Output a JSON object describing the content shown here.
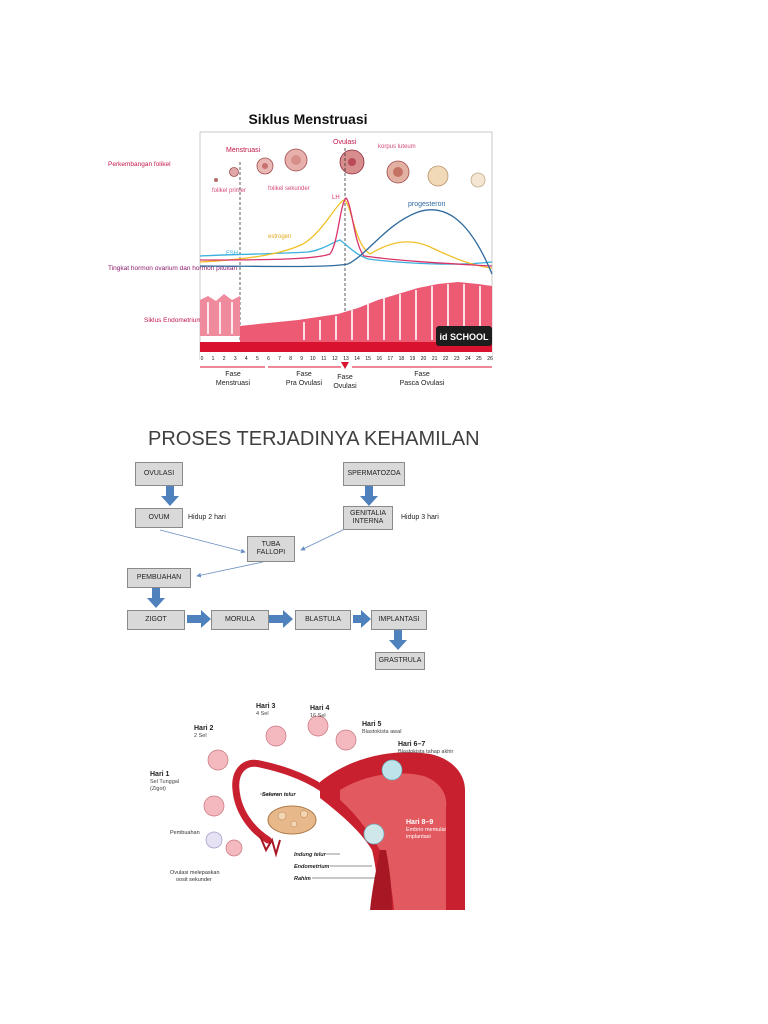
{
  "cycle": {
    "title": "Siklus Menstruasi",
    "left_labels": {
      "follicle": "Perkembangan folikel",
      "hormone": "Tingkat hormon ovarium dan hormon pituitari",
      "endometrium": "Siklus Endometrium"
    },
    "top_labels": {
      "menstruasi": "Menstruasi",
      "ovulasi": "Ovulasi",
      "korpus": "korpus luteum",
      "folikel_primer": "folikel primer",
      "folikel_sekunder": "folikel sekunder"
    },
    "hormone_labels": {
      "lh": "LH",
      "estrogen": "estrogen",
      "fsh": "FSH",
      "progesteron": "progesteron"
    },
    "days": [
      "0",
      "1",
      "2",
      "3",
      "4",
      "5",
      "6",
      "7",
      "8",
      "9",
      "10",
      "11",
      "12",
      "13",
      "14",
      "15",
      "16",
      "17",
      "18",
      "19",
      "20",
      "21",
      "22",
      "23",
      "24",
      "25",
      "26"
    ],
    "phases": [
      {
        "line1": "Fase",
        "line2": "Menstruasi"
      },
      {
        "line1": "Fase",
        "line2": "Pra Ovulasi"
      },
      {
        "line1": "Fase",
        "line2": "Ovulasi"
      },
      {
        "line1": "Fase",
        "line2": "Pasca Ovulasi"
      }
    ],
    "logo": "id SCHOOL",
    "colors": {
      "lh": "#d9346b",
      "estrogen": "#f0c02a",
      "fsh": "#3ab0dc",
      "progesteron": "#2f6a9e",
      "endometrium": "#e8264a",
      "label": "#c4184a"
    }
  },
  "process": {
    "title": "PROSES TERJADINYA KEHAMILAN",
    "nodes": {
      "ovulasi": "OVULASI",
      "spermatozoa": "SPERMATOZOA",
      "ovum": "OVUM",
      "genitalia_1": "GENITALIA",
      "genitalia_2": "INTERNA",
      "tuba_1": "TUBA",
      "tuba_2": "FALLOPI",
      "pembuahan": "PEMBUAHAN",
      "zigot": "ZIGOT",
      "morula": "MORULA",
      "blastula": "BLASTULA",
      "implantasi": "IMPLANTASI",
      "grastrula": "GRASTRULA"
    },
    "notes": {
      "ovum": "Hidup 2 hari",
      "genitalia": "Hidup 3 hari"
    },
    "colors": {
      "arrow": "#4f81bd",
      "box": "#d9d9d9"
    }
  },
  "embryo": {
    "stages": [
      {
        "title": "Hari 1",
        "sub1": "Sel Tunggal",
        "sub2": "(Zigot)"
      },
      {
        "title": "Hari 2",
        "sub1": "2 Sel",
        "sub2": ""
      },
      {
        "title": "Hari 3",
        "sub1": "4 Sel",
        "sub2": ""
      },
      {
        "title": "Hari 4",
        "sub1": "16 Sel",
        "sub2": ""
      },
      {
        "title": "Hari 5",
        "sub1": "Blastokista awal",
        "sub2": ""
      },
      {
        "title": "Hari 6–7",
        "sub1": "Blastokista tahap akhir",
        "sub2": ""
      },
      {
        "title": "Hari 8–9",
        "sub1": "Embrio memulai",
        "sub2": "implantasi"
      }
    ],
    "pembuahan": "Pembuahan",
    "ovulasi_1": "Ovulasi melepaskan",
    "ovulasi_2": "oosit sekunder",
    "anatomy": {
      "saluran": "Saluran telur",
      "indung": "Indung telur",
      "endometrium": "Endometrium",
      "rahim": "Rahim"
    },
    "colors": {
      "uterus": "#c8202e",
      "uterus_light": "#e25a5f",
      "cell": "#f3b9be"
    }
  }
}
